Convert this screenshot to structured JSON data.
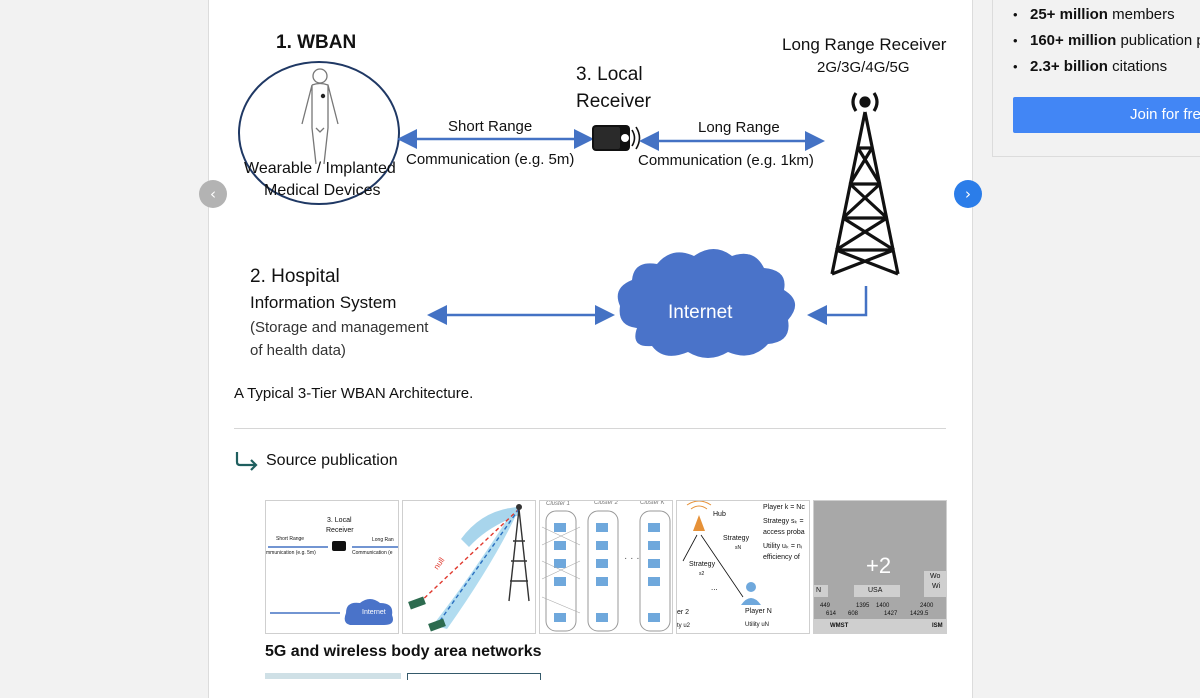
{
  "figure": {
    "wban_title": "1. WBAN",
    "devices_line1": "Wearable / Implanted",
    "devices_line2": "Medical Devices",
    "short_range": "Short Range",
    "short_comm": "Communication (e.g. 5m)",
    "local_line1": "3. Local",
    "local_line2": "Receiver",
    "long_range": "Long Range",
    "long_comm": "Communication (e.g. 1km)",
    "lrr_title": "Long Range Receiver",
    "lrr_sub": "2G/3G/4G/5G",
    "his_line1": "2. Hospital",
    "his_line2": "Information System",
    "his_line3": "(Storage and management",
    "his_line4": "of health data)",
    "internet": "Internet"
  },
  "caption": "A Typical 3-Tier WBAN Architecture.",
  "source_label": "Source publication",
  "thumbs": {
    "t1": {
      "local1": "3. Local",
      "local2": "Receiver",
      "short": "Short Range",
      "long": "Long Ran",
      "comm1": "mmunication (e.g. 5m)",
      "comm2": "Communication (e",
      "internet": "Internet"
    },
    "t2": {
      "null": "null"
    },
    "t3": {
      "c1": "Cluster 1",
      "c2": "Cluster 2",
      "ck": "Cluster K"
    },
    "t4": {
      "hub": "Hub",
      "player_k": "Player k = Nc",
      "strategy_sk": "Strategy sₖ =",
      "access": "access proba",
      "strategy": "Strategy",
      "sn": "sN",
      "utility": "Utility uₖ = nᵢ",
      "efficiency": "efficiency of",
      "strategy2": "Strategy",
      "s2": "s2",
      "dots": "...",
      "player2": "er 2",
      "playern": "Player N",
      "u2": "ty u2",
      "un": "Utility uN"
    },
    "t5": {
      "more": "+2",
      "n": "N",
      "usa": "USA",
      "wo": "Wo",
      "wi": "Wi",
      "v449": "449",
      "v1395": "1395",
      "v1400": "1400",
      "v2400": "2400",
      "v614": "614",
      "v608": "608",
      "v1427": "1427",
      "v14295": "1429.5",
      "wmst": "WMST",
      "ism": "ISM"
    }
  },
  "pub_title": "5G and wireless body area networks",
  "sidebar": {
    "stats": [
      {
        "bold": "25+ million",
        "rest": " members"
      },
      {
        "bold": "160+ million",
        "rest": " publication p"
      },
      {
        "bold": "2.3+ billion",
        "rest": " citations"
      }
    ],
    "join": "Join for fre"
  },
  "colors": {
    "accent": "#4286f5",
    "next_btn": "#2b7de9",
    "arrow": "#4472c4",
    "cloud": "#4a73c9"
  }
}
